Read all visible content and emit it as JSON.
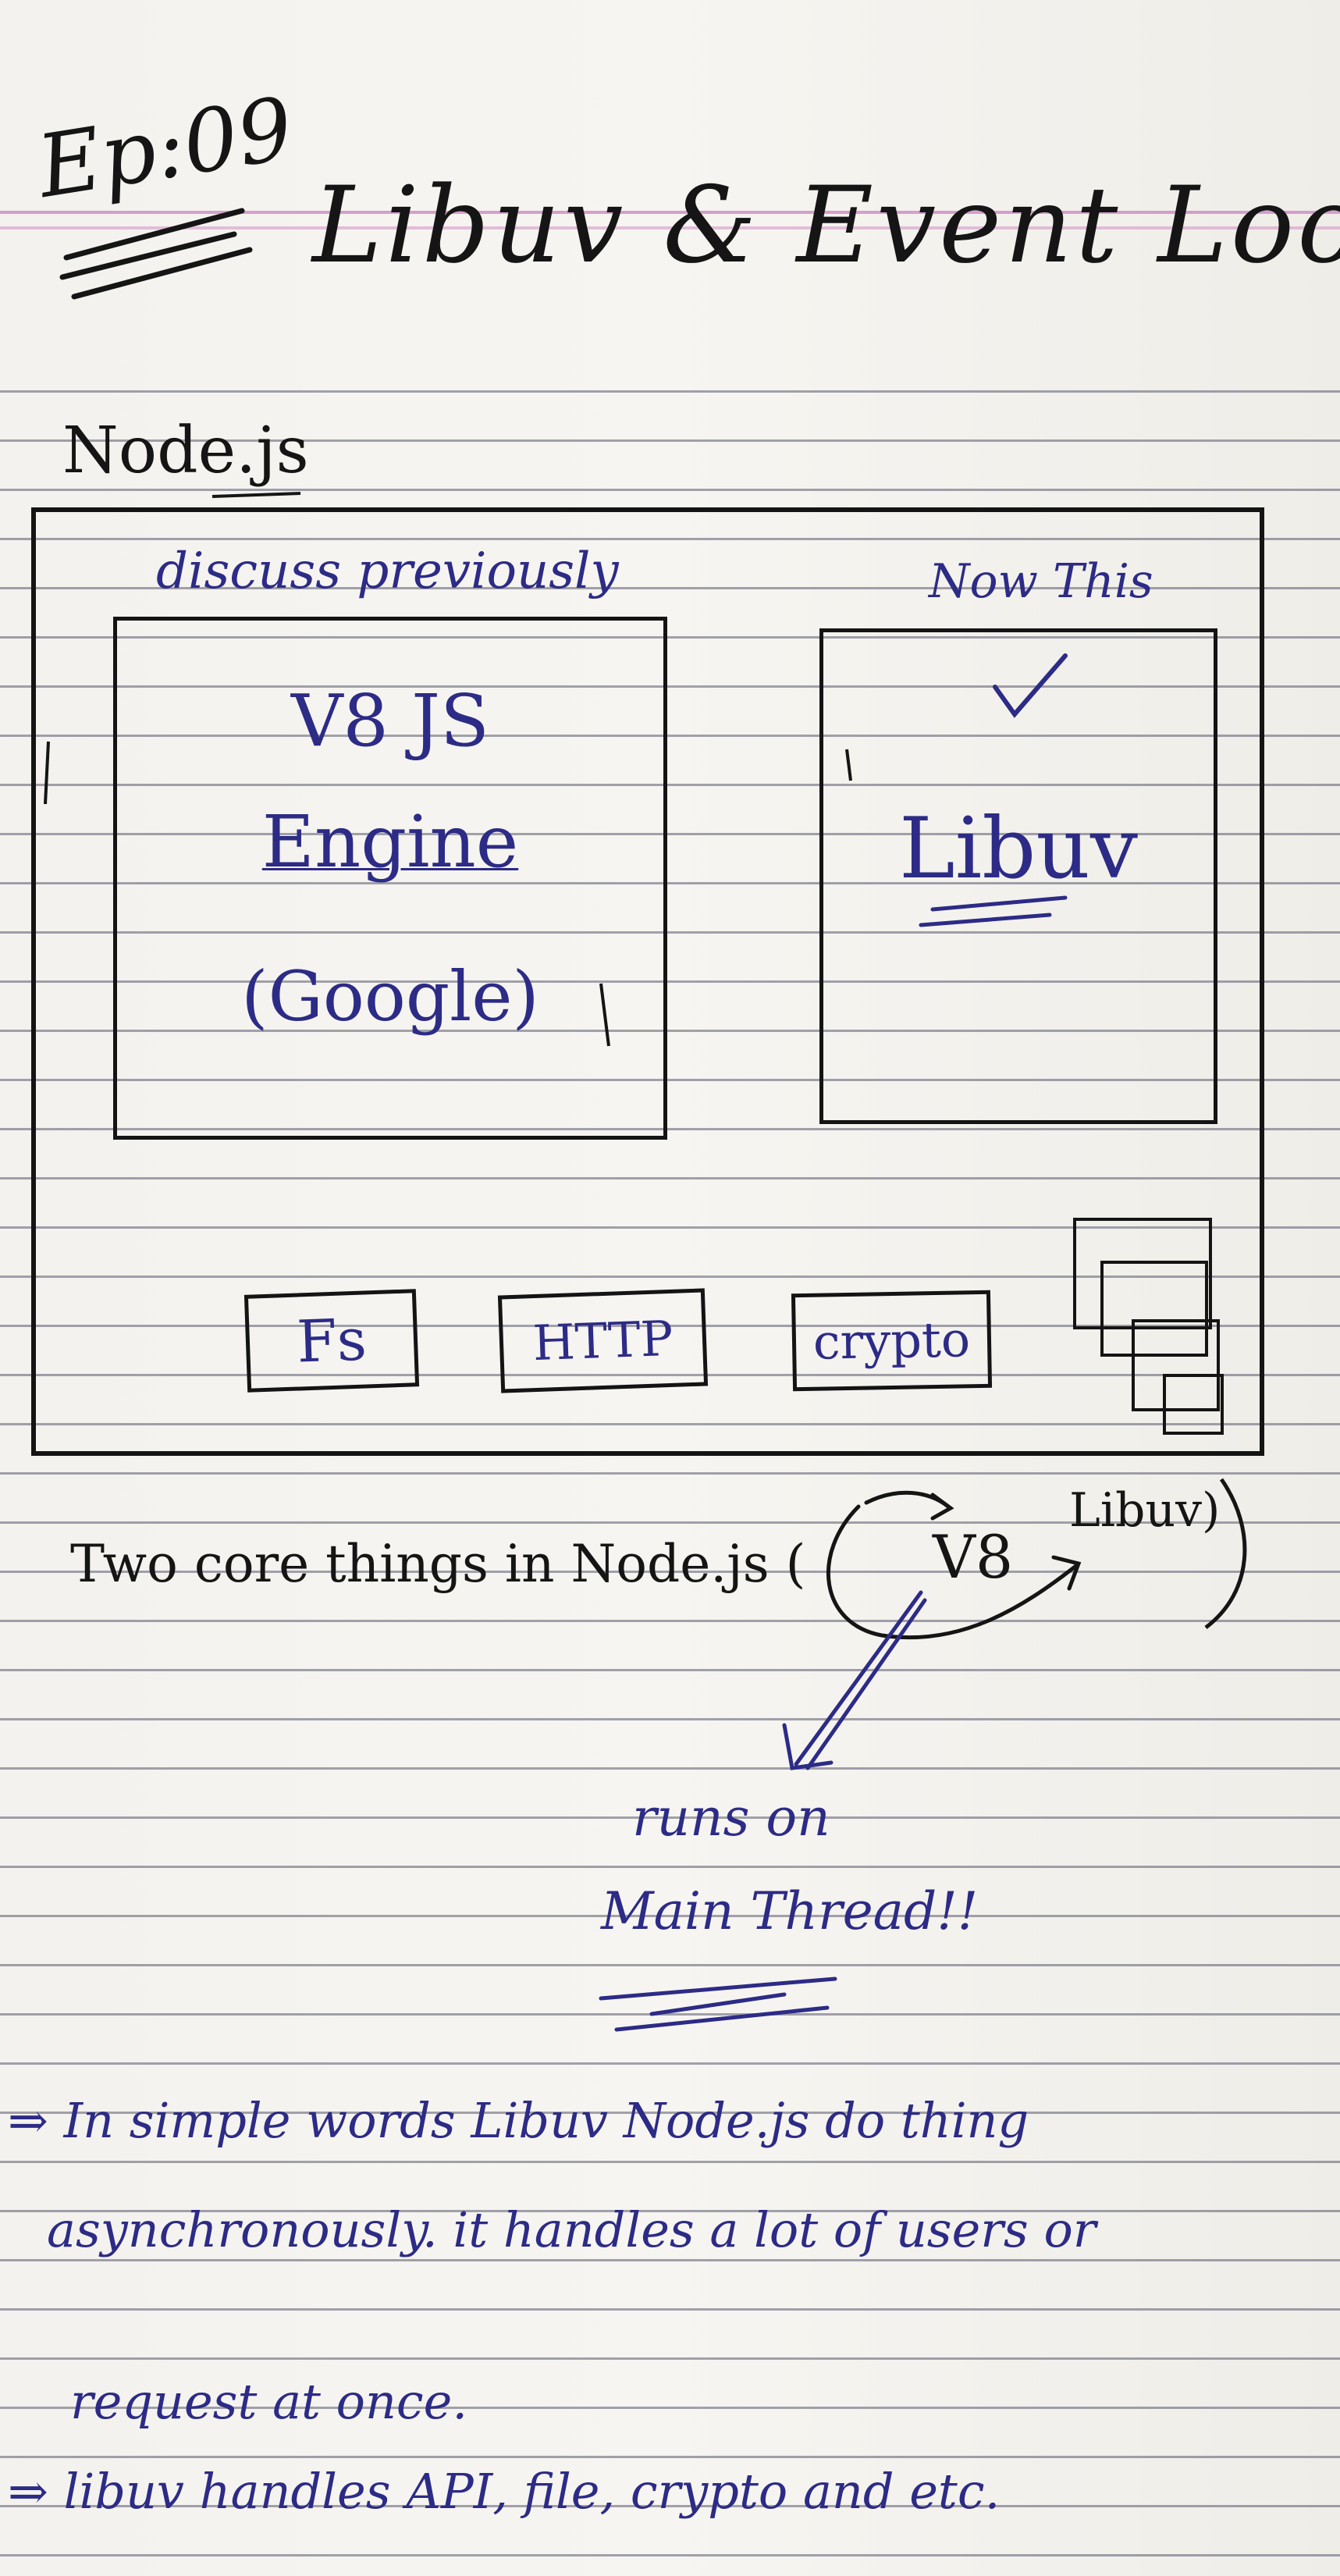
{
  "header": {
    "episode": "Ep:09",
    "title": "Libuv & Event Loop !"
  },
  "diagram": {
    "heading": "Node.js",
    "discussed_note": "discuss previously",
    "now_note": "Now This",
    "v8_lines": [
      "V8 JS",
      "Engine",
      "(Google)"
    ],
    "libuv_label": "Libuv",
    "modules": [
      "Fs",
      "HTTP",
      "crypto"
    ]
  },
  "core": {
    "sentence": "Two core things in Node.js (",
    "v8": "V8",
    "libuv": "Libuv)",
    "runs_on": "runs on",
    "main_thread": "Main Thread!!"
  },
  "notes": [
    "⇒ In simple words Libuv Node.js do thing",
    "asynchronously. it handles a lot of users or",
    "request at once.",
    "⇒ libuv handles API, file, crypto and etc."
  ],
  "colors": {
    "paper": "#f4f2ee",
    "rule_line": "#5a5a6e",
    "header_rule": "#cf8fc5",
    "ink_black": "#151515",
    "ink_blue": "#2c2b86"
  }
}
